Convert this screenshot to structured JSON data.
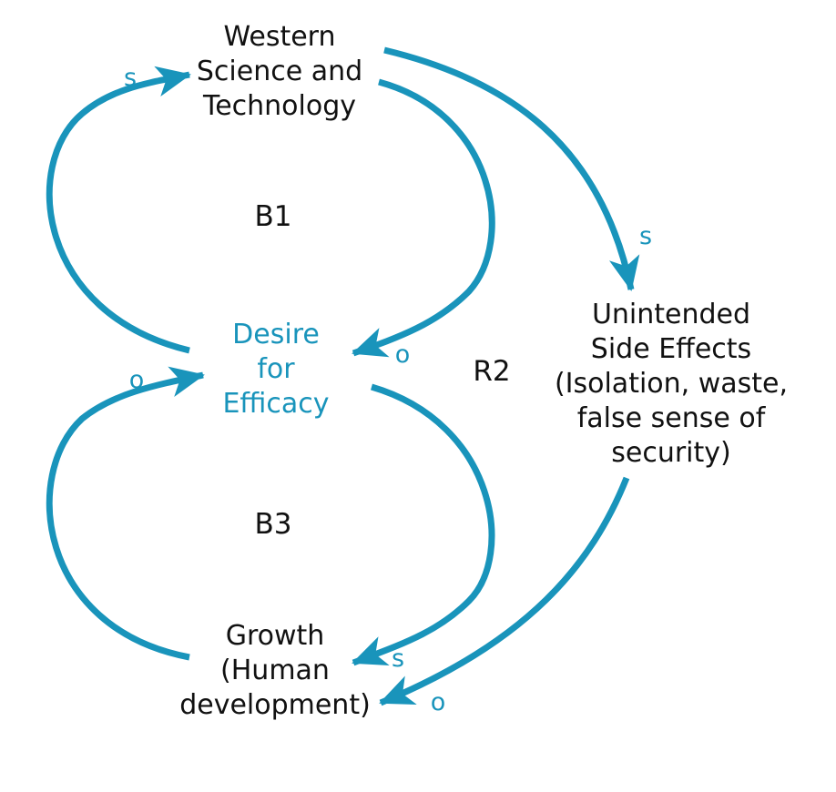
{
  "colors": {
    "link": "#1994bb",
    "text": "#111111",
    "accent_text": "#1994bb",
    "background": "#ffffff"
  },
  "nodes": {
    "western_science": {
      "lines": [
        "Western",
        "Science and",
        "Technology"
      ]
    },
    "desire_for_efficacy": {
      "lines": [
        "Desire",
        "for",
        "Efficacy"
      ]
    },
    "unintended_side_effects": {
      "lines": [
        "Unintended",
        "Side Effects",
        "(Isolation, waste,",
        "false sense of",
        "security)"
      ]
    },
    "growth": {
      "lines": [
        "Growth",
        "(Human",
        "development)"
      ]
    }
  },
  "loops": {
    "b1": "B1",
    "b3": "B3",
    "r2": "R2"
  },
  "links": {
    "desire_to_science": {
      "polarity": "s"
    },
    "science_to_desire": {
      "polarity": "o"
    },
    "growth_to_desire": {
      "polarity": "o"
    },
    "desire_to_growth": {
      "polarity": "s"
    },
    "science_to_side_effects": {
      "polarity": "s"
    },
    "side_effects_to_growth": {
      "polarity": "o"
    }
  }
}
